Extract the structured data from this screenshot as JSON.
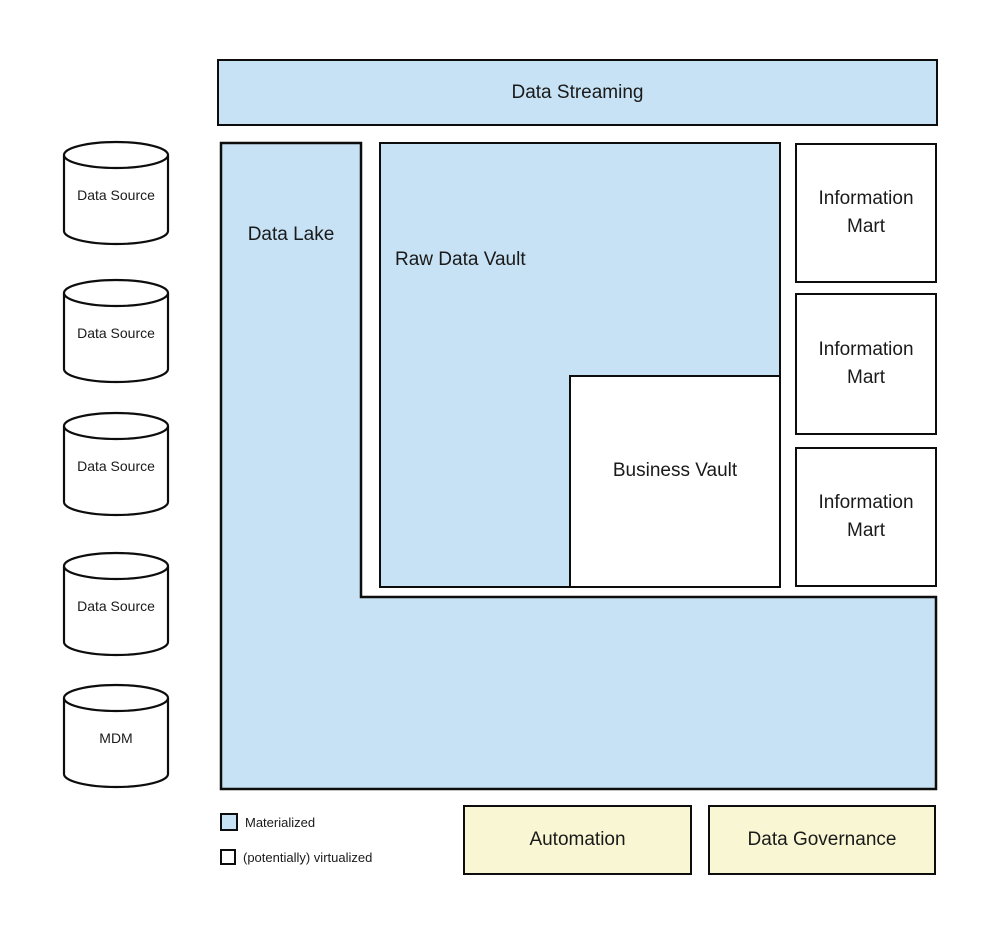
{
  "colors": {
    "materialized_fill": "#c6e2f4",
    "virtualized_fill": "#ffffff",
    "process_fill": "#f9f7d3",
    "border": "#0d0d0d",
    "text": "#1a1a1a"
  },
  "banner": {
    "label": "Data Streaming"
  },
  "sources": {
    "items": [
      {
        "label": "Data Source"
      },
      {
        "label": "Data Source"
      },
      {
        "label": "Data Source"
      },
      {
        "label": "Data Source"
      },
      {
        "label": "MDM"
      }
    ]
  },
  "lake": {
    "label": "Data Lake"
  },
  "raw_vault": {
    "label": "Raw Data Vault"
  },
  "business_vault": {
    "label": "Business Vault"
  },
  "marts": {
    "items": [
      {
        "label": "Information Mart"
      },
      {
        "label": "Information Mart"
      },
      {
        "label": "Information Mart"
      }
    ]
  },
  "processes": {
    "automation": "Automation",
    "governance": "Data Governance"
  },
  "legend": {
    "materialized": "Materialized",
    "virtualized": "(potentially) virtualized"
  }
}
